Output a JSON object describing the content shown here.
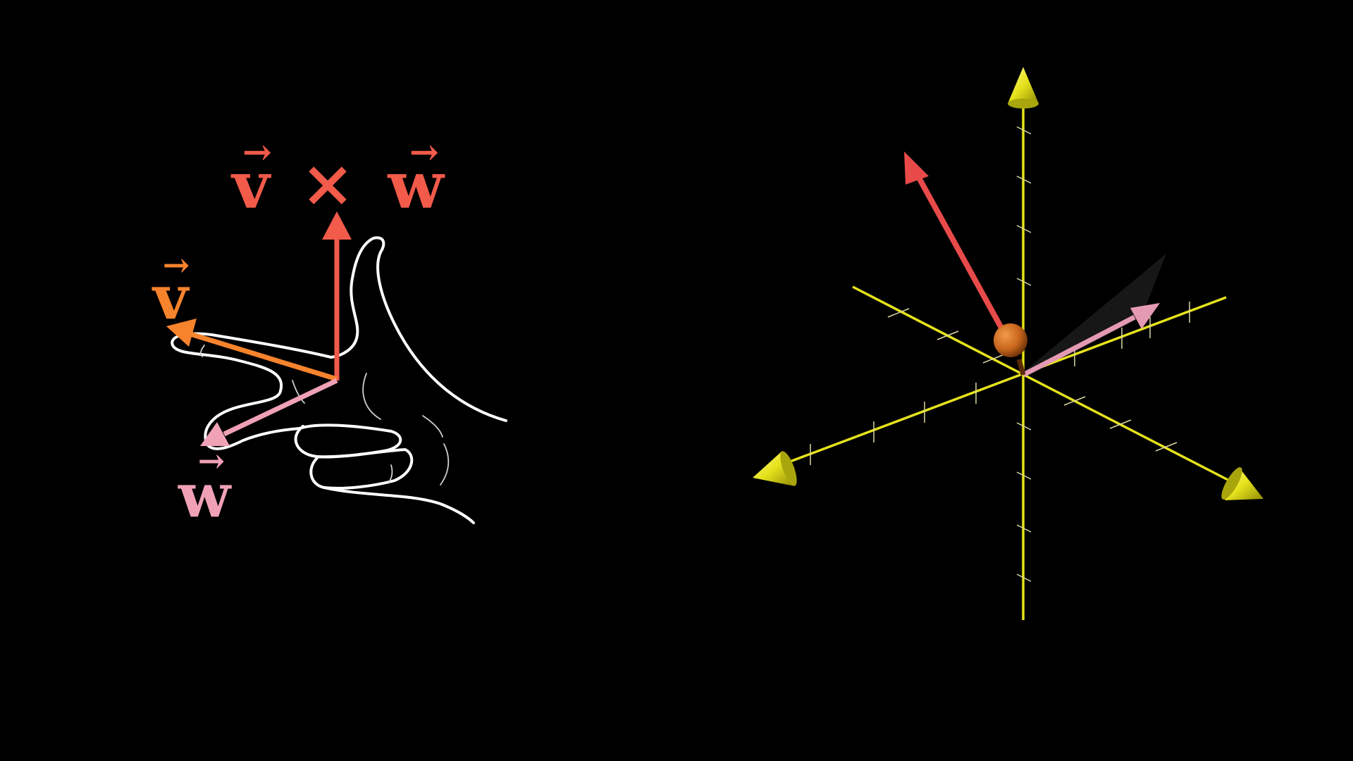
{
  "colors": {
    "background": "#000000",
    "cross_product": "#f25a4a",
    "v": "#f7832c",
    "w": "#f0a1b5",
    "hand_outline": "#ffffff",
    "axes": "#e6e21c",
    "red_vector_3d": "#e84a4a",
    "pink_vector_3d": "#e59ab4",
    "origin_sphere": "#c8661d"
  },
  "formula": {
    "v": "v",
    "times": "×",
    "w": "w",
    "arrow": "→"
  },
  "labels": {
    "v": "v",
    "w": "w",
    "arrow": "→"
  },
  "icons": {
    "hand": "right-hand-rule-icon",
    "axis_tip": "cone-arrowhead-icon",
    "origin": "sphere-icon"
  }
}
